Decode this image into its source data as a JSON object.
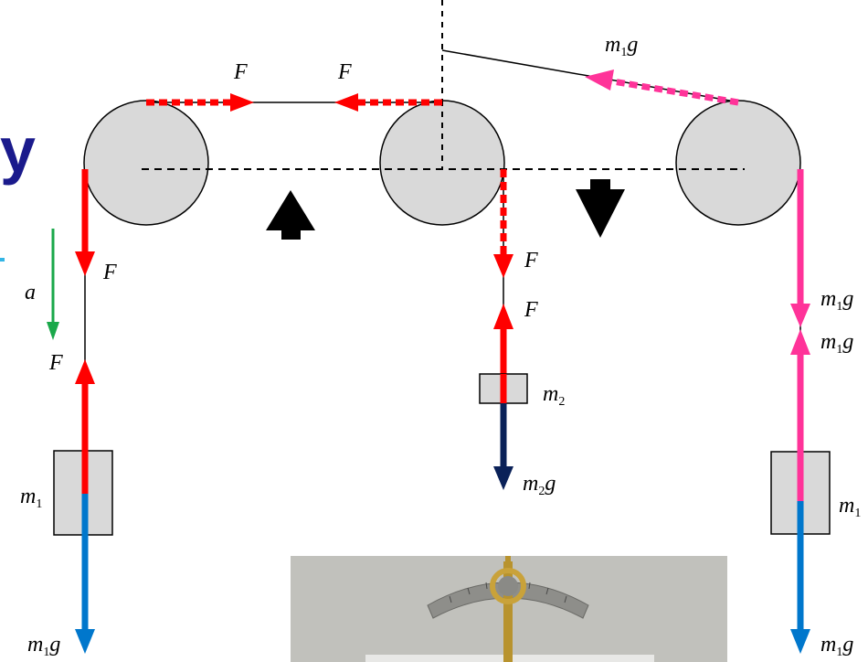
{
  "colors": {
    "tension": "#ff0000",
    "weight": "#0077cc",
    "weight_m2": "#0a2158",
    "weight_component": "#ff3399",
    "acceleration": "#1aa84a",
    "pulley": "#d9d9d9",
    "heading_partial": "#1a1a8c",
    "accent_partial": "#33b5e5"
  },
  "partial_text": {
    "heading_glyph": "y",
    "accent_glyph": "-"
  },
  "labels": {
    "tension_top_left": "F",
    "tension_top_right": "F",
    "tension_left_upper": "F",
    "tension_left_lower": "F",
    "tension_mid_upper": "F",
    "tension_mid_lower": "F",
    "acceleration": "a",
    "mass1_left": {
      "sym": "m",
      "idx": "1"
    },
    "mass1_right": {
      "sym": "m",
      "idx": "1"
    },
    "mass2": {
      "sym": "m",
      "idx": "2"
    },
    "weight_left": {
      "sym": "m",
      "idx": "1",
      "g": "g"
    },
    "weight_m2": {
      "sym": "m",
      "idx": "2",
      "g": "g"
    },
    "weight_right_bottom": {
      "sym": "m",
      "idx": "1",
      "g": "g"
    },
    "weight_right_upper": {
      "sym": "m",
      "idx": "1",
      "g": "g"
    },
    "weight_right_lower": {
      "sym": "m",
      "idx": "1",
      "g": "g"
    },
    "weight_top": {
      "sym": "m",
      "idx": "1",
      "g": "g"
    }
  },
  "icons": [
    "up-arrow-icon",
    "down-arrow-icon"
  ],
  "photo": {
    "description_icon": "spring-scale-photo-icon"
  }
}
